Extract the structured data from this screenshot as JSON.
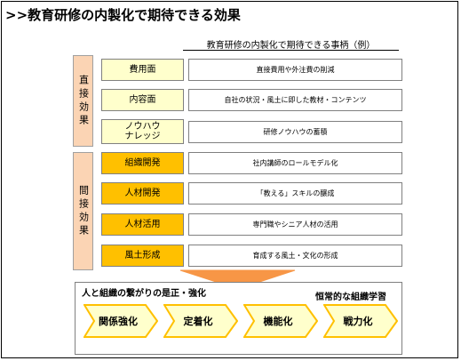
{
  "title": ">>教育研修の内製化で期待できる効果",
  "column_header": "教育研修の内製化で期待できる事柄（例）",
  "direct_group": {
    "label": "直接効果"
  },
  "indirect_group": {
    "label": "間接効果"
  },
  "rows": [
    {
      "category": "費用面",
      "example": "直接費用や外注費の削減"
    },
    {
      "category": "内容面",
      "example": "自社の状況・風土に即した教材・コンテンツ"
    },
    {
      "category": "ノウハウ\nナレッジ",
      "example": "研修ノウハウの蓄積"
    },
    {
      "category": "組織開発",
      "example": "社内講師のロールモデル化"
    },
    {
      "category": "人材開発",
      "example": "「教える」スキルの醸成"
    },
    {
      "category": "人材活用",
      "example": "専門職やシニア人材の活用"
    },
    {
      "category": "風土形成",
      "example": "育成する風土・文化の形成"
    }
  ],
  "bottom": {
    "heading": "人と組織の繋がりの是正・強化",
    "subheading": "恒常的な組織学習",
    "steps": [
      "関係強化",
      "定着化",
      "機能化",
      "戦力化"
    ]
  },
  "colors": {
    "group_fill": "#fbd4b4",
    "direct_fill": "#ffffcc",
    "indirect_fill": "#ffc000",
    "arrow_fill": "#f79646",
    "chevron_fill": "#ffffcc",
    "chevron_border": "#ffc000"
  }
}
